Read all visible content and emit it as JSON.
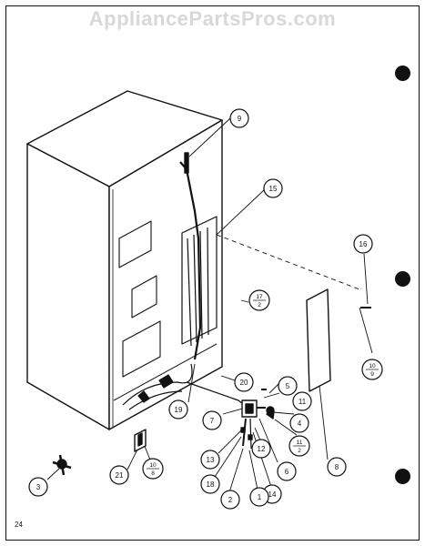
{
  "watermark": "AppliancePartsPros.com",
  "page_number": "24",
  "callouts": {
    "c9": "9",
    "c15": "15",
    "c16": "16",
    "c17": {
      "num": "17",
      "den": "2"
    },
    "c10a": {
      "num": "10",
      "den": "9"
    },
    "c20": "20",
    "c5": "5",
    "c11a": "11",
    "c7": "7",
    "c4": "4",
    "c11b": {
      "num": "11",
      "den": "2"
    },
    "c8": "8",
    "c19": "19",
    "c13": "13",
    "c12": "12",
    "c6": "6",
    "c18": "18",
    "c14": "14",
    "c2": "2",
    "c1": "1",
    "c21": "21",
    "c10b": {
      "num": "10",
      "den": "8"
    },
    "c3": "3"
  }
}
